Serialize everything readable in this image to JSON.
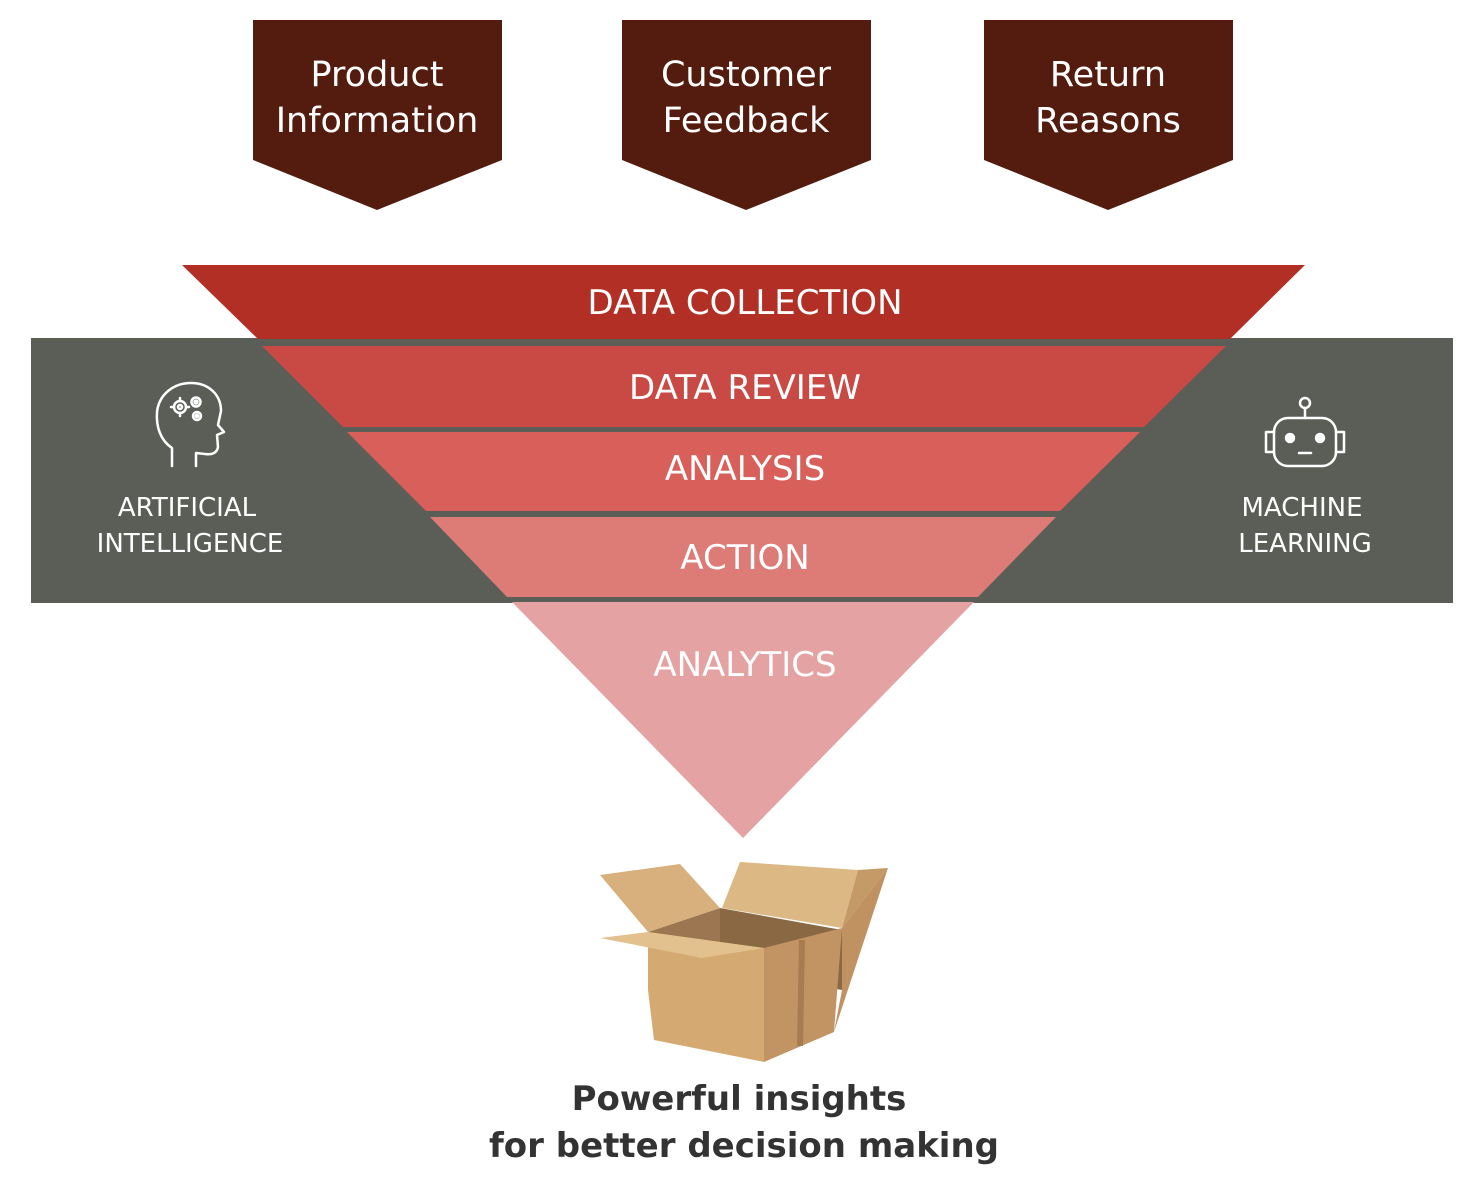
{
  "sources": [
    {
      "lines": [
        "Product",
        "Information"
      ]
    },
    {
      "lines": [
        "Customer",
        "Feedback"
      ]
    },
    {
      "lines": [
        "Return",
        "Reasons"
      ]
    }
  ],
  "funnel_stages": [
    {
      "label": "DATA COLLECTION",
      "color": "#b22f25"
    },
    {
      "label": "DATA REVIEW",
      "color": "#c94a45"
    },
    {
      "label": "ANALYSIS",
      "color": "#d85f5a"
    },
    {
      "label": "ACTION",
      "color": "#dd7b77"
    },
    {
      "label": "ANALYTICS",
      "color": "#e4a3a2"
    }
  ],
  "side_left": {
    "lines": [
      "ARTIFICIAL",
      "INTELLIGENCE"
    ],
    "icon": "ai-head-gears-icon"
  },
  "side_right": {
    "lines": [
      "MACHINE",
      "LEARNING"
    ],
    "icon": "robot-icon"
  },
  "result": {
    "icon": "open-box-icon",
    "caption_lines": [
      "Powerful insights",
      "for better decision making"
    ]
  },
  "colors": {
    "source_box": "#541c0e",
    "band": "#5b5e57",
    "caption": "#333333"
  }
}
